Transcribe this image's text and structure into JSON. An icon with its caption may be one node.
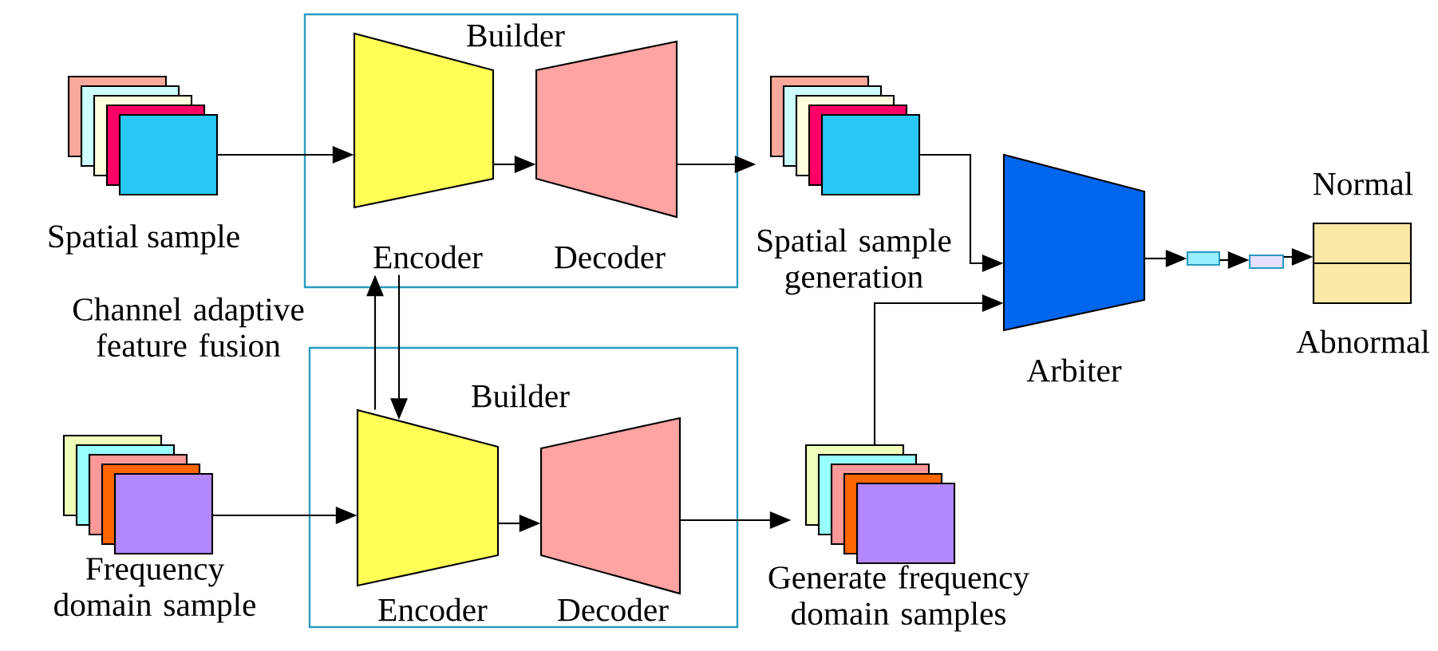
{
  "diagram": {
    "nodes": [
      {
        "text": [
          "Builder"
        ]
      },
      {
        "text": [
          "Encoder"
        ],
        "in": 0
      },
      {
        "text": [
          "Decoder"
        ],
        "in": 0
      },
      {
        "text": [
          "Builder"
        ]
      },
      {
        "text": [
          "Encoder"
        ],
        "in": 3
      },
      {
        "text": [
          "Decoder"
        ],
        "in": 3
      },
      {
        "text": [
          "Spatial sample"
        ]
      },
      {
        "text": [
          "Frequency domain sample"
        ]
      },
      {
        "text": [
          "Spatial sample generation"
        ]
      },
      {
        "text": [
          "Generate frequency domain samples"
        ]
      },
      {
        "text": [
          "Arbiter"
        ]
      },
      {
        "text": [],
        "shape": "box"
      },
      {
        "text": [],
        "shape": "box"
      },
      {
        "text": [
          "Normal",
          "Abnormal"
        ]
      }
    ],
    "edges": [
      {
        "from": 6,
        "to": 1,
        "arrow": "to"
      },
      {
        "from": 1,
        "to": 2,
        "arrow": "to"
      },
      {
        "from": 2,
        "to": 8,
        "arrow": "to"
      },
      {
        "from": 7,
        "to": 4,
        "arrow": "to"
      },
      {
        "from": 4,
        "to": 5,
        "arrow": "to"
      },
      {
        "from": 5,
        "to": 9,
        "arrow": "to"
      },
      {
        "from": 4,
        "to": 1,
        "arrow": "to"
      },
      {
        "from": 1,
        "to": 4,
        "arrow": "to"
      },
      {
        "from": 8,
        "to": 10,
        "arrow": "to"
      },
      {
        "from": 9,
        "to": 10,
        "arrow": "to"
      },
      {
        "from": 10,
        "to": 11,
        "arrow": "to"
      },
      {
        "from": 11,
        "to": 12,
        "arrow": "to"
      },
      {
        "from": 12,
        "to": 13,
        "arrow": "to"
      }
    ],
    "labels": [
      "Channel adaptive feature fusion"
    ]
  }
}
